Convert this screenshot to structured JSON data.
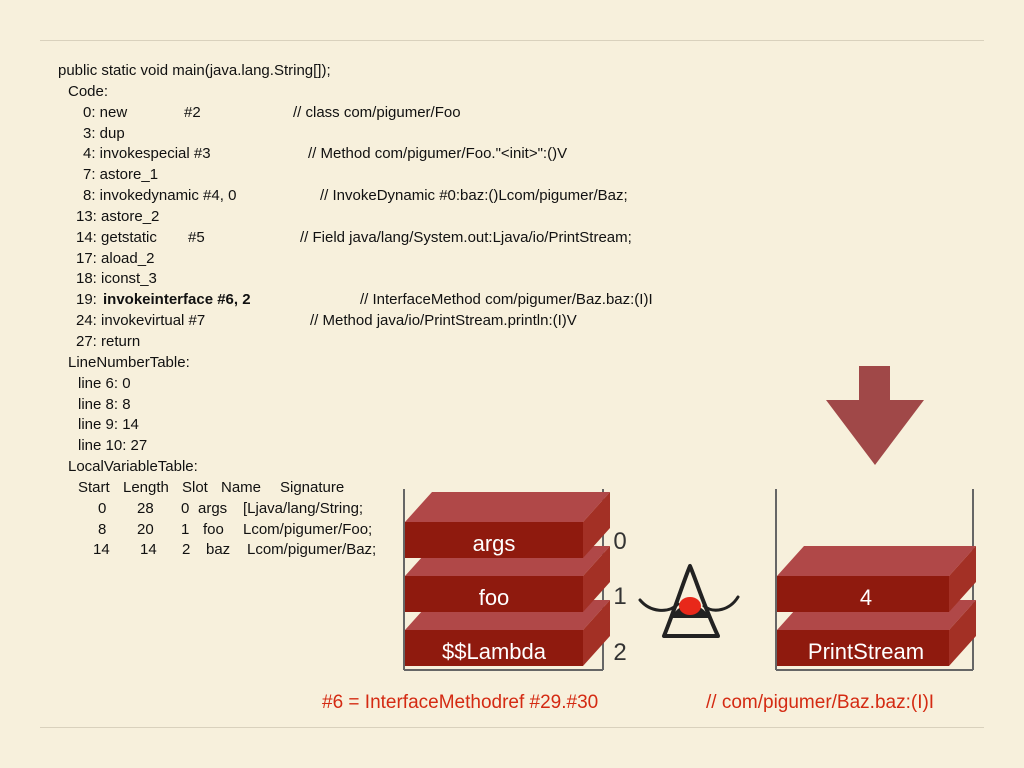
{
  "code_lines": [
    [
      "public static void main(java.lang.String[]);"
    ],
    [
      "Code:"
    ],
    [
      "0: new",
      "#2",
      "// class com/pigumer/Foo"
    ],
    [
      "3: dup"
    ],
    [
      "4: invokespecial #3",
      "// Method com/pigumer/Foo.\"<init>\":()V"
    ],
    [
      "7: astore_1"
    ],
    [
      "8: invokedynamic #4,  0",
      "// InvokeDynamic #0:baz:()Lcom/pigumer/Baz;"
    ],
    [
      "13: astore_2"
    ],
    [
      "14: getstatic",
      "#5",
      "// Field java/lang/System.out:Ljava/io/PrintStream;"
    ],
    [
      "17: aload_2"
    ],
    [
      "18: iconst_3"
    ],
    [
      "19: ",
      "invokeinterface #6,  2",
      "// InterfaceMethod com/pigumer/Baz.baz:(I)I"
    ],
    [
      "24: invokevirtual #7",
      "// Method java/io/PrintStream.println:(I)V"
    ],
    [
      "27: return"
    ],
    [
      "LineNumberTable:"
    ],
    [
      "line 6: 0"
    ],
    [
      "line 8: 8"
    ],
    [
      "line 9: 14"
    ],
    [
      "line 10: 27"
    ],
    [
      "LocalVariableTable:"
    ],
    [
      "Start",
      "Length",
      "Slot",
      "Name",
      "Signature"
    ],
    [
      "0",
      "28",
      "0",
      "args",
      "[Ljava/lang/String;"
    ],
    [
      "8",
      "20",
      "1",
      "foo",
      "Lcom/pigumer/Foo;"
    ],
    [
      "14",
      "14",
      "2",
      "baz",
      "Lcom/pigumer/Baz;"
    ]
  ],
  "local_variables": {
    "blocks": [
      "args",
      "foo",
      "$$Lambda"
    ],
    "indices": [
      "0",
      "1",
      "2"
    ]
  },
  "operand_stack": {
    "blocks": [
      "4",
      "PrintStream"
    ]
  },
  "footer": {
    "left": "#6 = InterfaceMethodref #29.#30",
    "right": "// com/pigumer/Baz.baz:(I)I"
  },
  "colors": {
    "background": "#f7f0dc",
    "block_front": "#8f1a0e",
    "block_top": "#b04848",
    "block_side": "#a33025",
    "arrow": "#a04848",
    "accent_text": "#d42a12",
    "duke_nose": "#e8281a"
  },
  "icons": [
    "duke-mascot-icon",
    "down-arrow-icon"
  ]
}
